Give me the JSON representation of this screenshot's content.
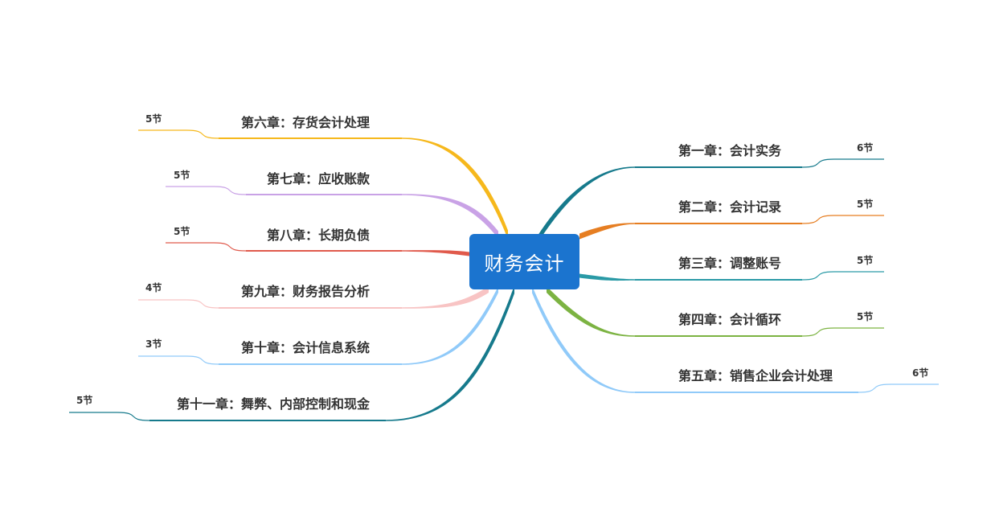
{
  "root": {
    "label": "财务会计"
  },
  "branches": [
    {
      "id": "ch1",
      "label": "第一章：会计实务",
      "sections": "6节",
      "color": "#167a8c"
    },
    {
      "id": "ch2",
      "label": "第二章：会计记录",
      "sections": "5节",
      "color": "#e67e22"
    },
    {
      "id": "ch3",
      "label": "第三章：调整账号",
      "sections": "5节",
      "color": "#2a9aa6"
    },
    {
      "id": "ch4",
      "label": "第四章：会计循环",
      "sections": "5节",
      "color": "#7cb342"
    },
    {
      "id": "ch5",
      "label": "第五章：销售企业会计处理",
      "sections": "6节",
      "color": "#90caf9"
    },
    {
      "id": "ch6",
      "label": "第六章：存货会计处理",
      "sections": "5节",
      "color": "#f6b81c"
    },
    {
      "id": "ch7",
      "label": "第七章：应收账款",
      "sections": "5节",
      "color": "#c9a2e6"
    },
    {
      "id": "ch8",
      "label": "第八章：长期负债",
      "sections": "5节",
      "color": "#e05a4c"
    },
    {
      "id": "ch9",
      "label": "第九章：财务报告分析",
      "sections": "4节",
      "color": "#f8c4c4"
    },
    {
      "id": "ch10",
      "label": "第十章：会计信息系统",
      "sections": "3节",
      "color": "#90caf9"
    },
    {
      "id": "ch11",
      "label": "第十一章：舞弊、内部控制和现金",
      "sections": "5节",
      "color": "#167a8c"
    }
  ]
}
